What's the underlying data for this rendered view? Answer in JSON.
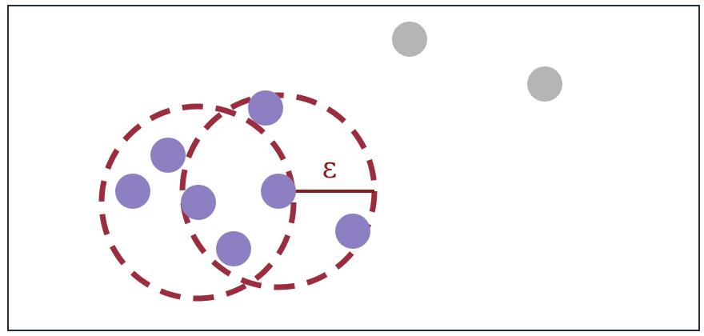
{
  "diagram": {
    "epsilon_symbol": "ε",
    "colors": {
      "frame_border": "#1f2d3d",
      "background": "#ffffff",
      "neighborhood_circle": "#9b2d3f",
      "radius_line": "#8b1a1a",
      "epsilon_text": "#8b1a1a",
      "clustered_point": "#8e7fc2",
      "noise_point": "#b5b5b5"
    },
    "neighborhoods": [
      {
        "role": "neighborhood-left"
      },
      {
        "role": "neighborhood-center"
      }
    ],
    "points": [
      {
        "kind": "cluster",
        "role": "core-point"
      },
      {
        "kind": "cluster"
      },
      {
        "kind": "cluster"
      },
      {
        "kind": "cluster"
      },
      {
        "kind": "cluster"
      },
      {
        "kind": "cluster"
      },
      {
        "kind": "cluster"
      },
      {
        "kind": "noise"
      },
      {
        "kind": "noise"
      }
    ]
  }
}
